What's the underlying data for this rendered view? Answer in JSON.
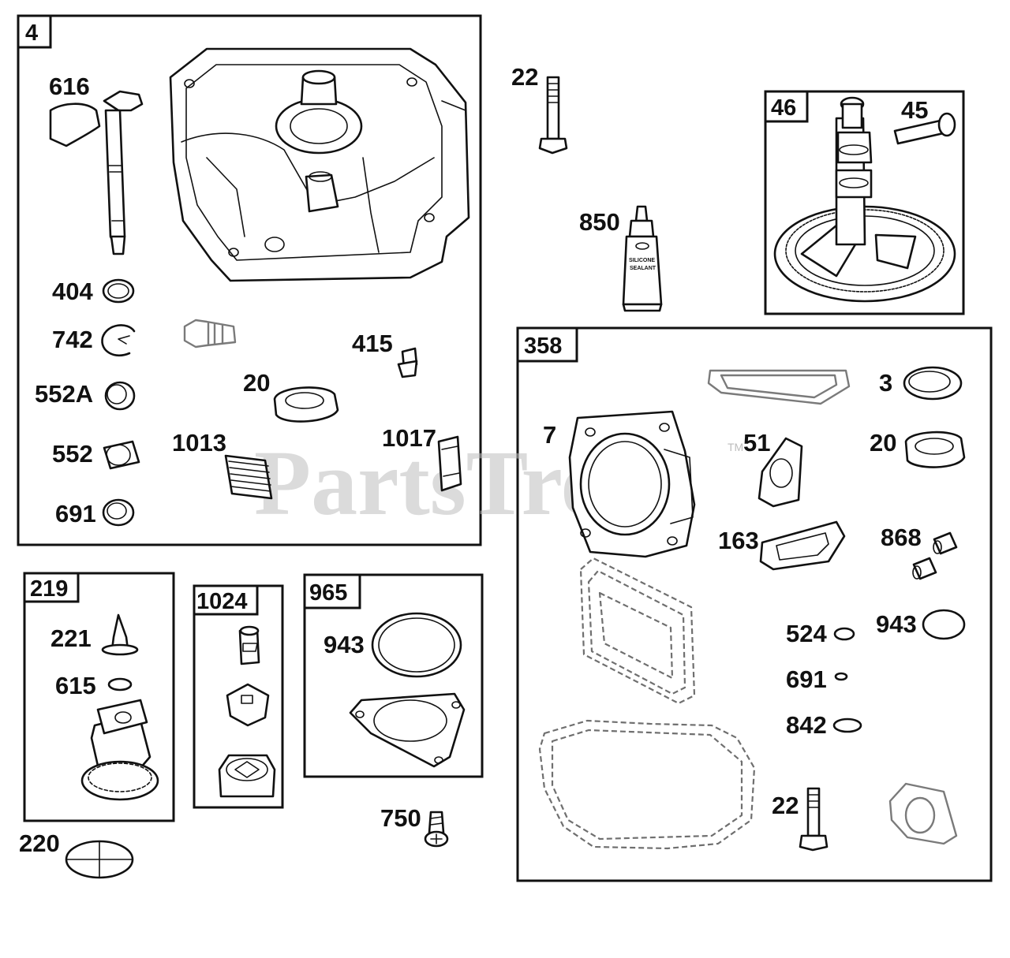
{
  "watermark": {
    "text": "PartsTree",
    "trademark": "TM"
  },
  "boxes": {
    "b4": "4",
    "b46": "46",
    "b358": "358",
    "b219": "219",
    "b1024": "1024",
    "b965": "965"
  },
  "labels": {
    "l616": "616",
    "l404": "404",
    "l742": "742",
    "l552A": "552A",
    "l552": "552",
    "l691a": "691",
    "l415": "415",
    "l20a": "20",
    "l1013": "1013",
    "l1017": "1017",
    "l22a": "22",
    "l850": "850",
    "l45": "45",
    "l3": "3",
    "l7": "7",
    "l51": "51",
    "l20b": "20",
    "l163": "163",
    "l868": "868",
    "l524": "524",
    "l943a": "943",
    "l691b": "691",
    "l842": "842",
    "l22b": "22",
    "l221": "221",
    "l615": "615",
    "l220": "220",
    "l943b": "943",
    "l750": "750"
  },
  "tube": {
    "line1": "SILICONE",
    "line2": "SEALANT"
  }
}
